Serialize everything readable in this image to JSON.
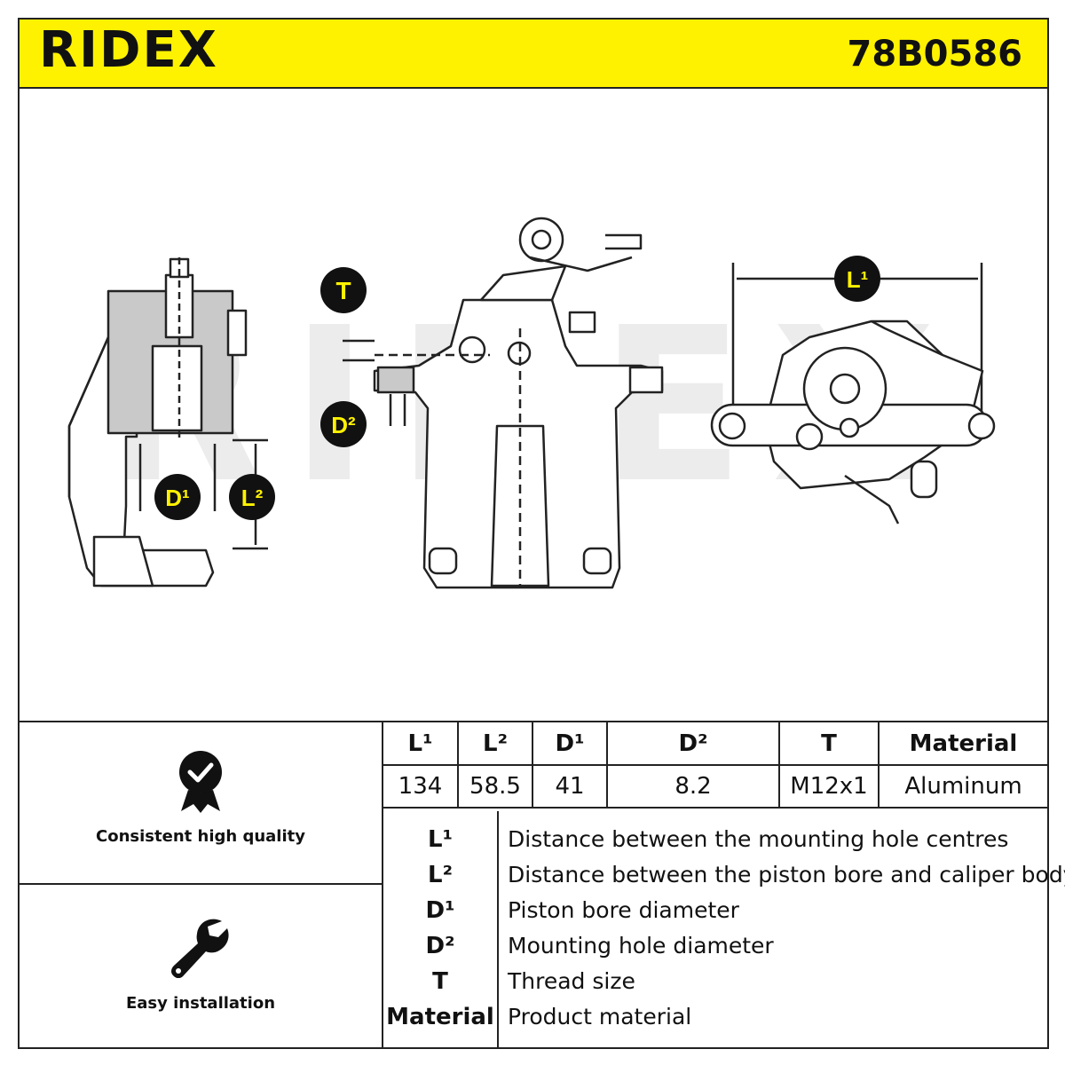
{
  "header": {
    "brand": "RIDEX",
    "part_number": "78B0586",
    "background_color": "#fff200"
  },
  "drawing": {
    "dimension_badges": [
      "T",
      "D²",
      "D¹",
      "L²",
      "L¹"
    ],
    "watermark": "RIDEX"
  },
  "features": [
    {
      "label": "Consistent high quality",
      "icon": "quality-badge-icon"
    },
    {
      "label": "Easy installation",
      "icon": "wrench-icon"
    }
  ],
  "spec_table": {
    "headers": [
      "L¹",
      "L²",
      "D¹",
      "D²",
      "T",
      "Material"
    ],
    "values": [
      "134",
      "58.5",
      "41",
      "8.2",
      "M12x1",
      "Aluminum"
    ]
  },
  "legend": [
    {
      "symbol": "L¹",
      "description": "Distance between the mounting hole centres"
    },
    {
      "symbol": "L²",
      "description": "Distance between the piston bore and caliper body"
    },
    {
      "symbol": "D¹",
      "description": "Piston bore diameter"
    },
    {
      "symbol": "D²",
      "description": "Mounting hole diameter"
    },
    {
      "symbol": "T",
      "description": "Thread size"
    },
    {
      "symbol": "Material",
      "description": "Product material"
    }
  ]
}
